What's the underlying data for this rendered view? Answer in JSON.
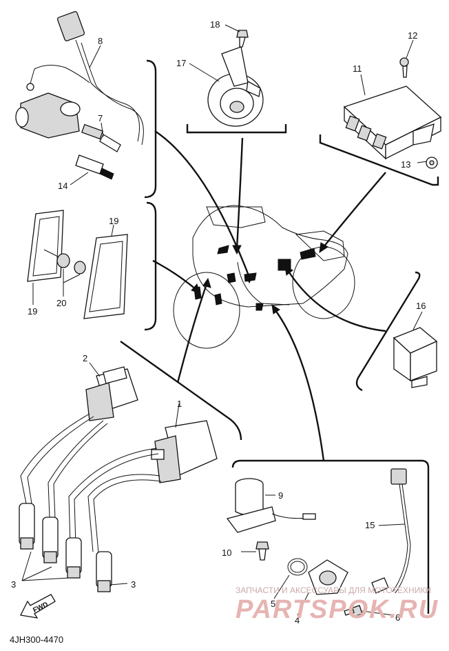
{
  "diagram": {
    "code": "4JH300-4470",
    "fwd_label": "FWD",
    "watermark_line1": "ЗАПЧАСТИ И АКСЕССУАРЫ ДЛЯ МОТОТЕХНИКИ",
    "watermark_line2": "PARTSPOK.RU",
    "callouts": {
      "c1": "1",
      "c2": "2",
      "c3a": "3",
      "c3b": "3",
      "c4": "4",
      "c5": "5",
      "c6": "6",
      "c7": "7",
      "c8": "8",
      "c9": "9",
      "c10": "10",
      "c11": "11",
      "c12": "12",
      "c13": "13",
      "c14": "14",
      "c15": "15",
      "c16": "16",
      "c17": "17",
      "c18": "18",
      "c19a": "19",
      "c19b": "19",
      "c20": "20"
    }
  }
}
